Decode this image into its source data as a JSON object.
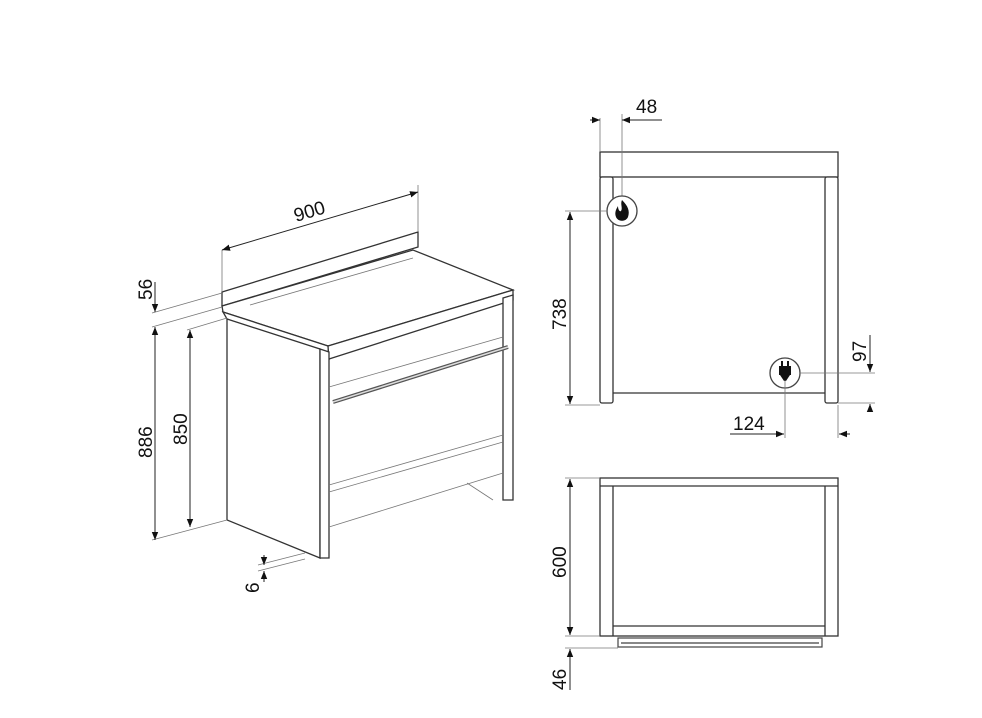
{
  "iso_view": {
    "width_label": "900",
    "backsplash_label": "56",
    "total_height_label": "886",
    "worktop_height_label": "850",
    "foot_label": "6"
  },
  "side_view": {
    "gas_offset_label": "48",
    "gas_height_label": "738",
    "electric_height_label": "97",
    "electric_offset_label": "124",
    "gas_icon": "flame-icon",
    "electric_icon": "plug-icon"
  },
  "top_view": {
    "depth_label": "600",
    "handle_label": "46"
  }
}
